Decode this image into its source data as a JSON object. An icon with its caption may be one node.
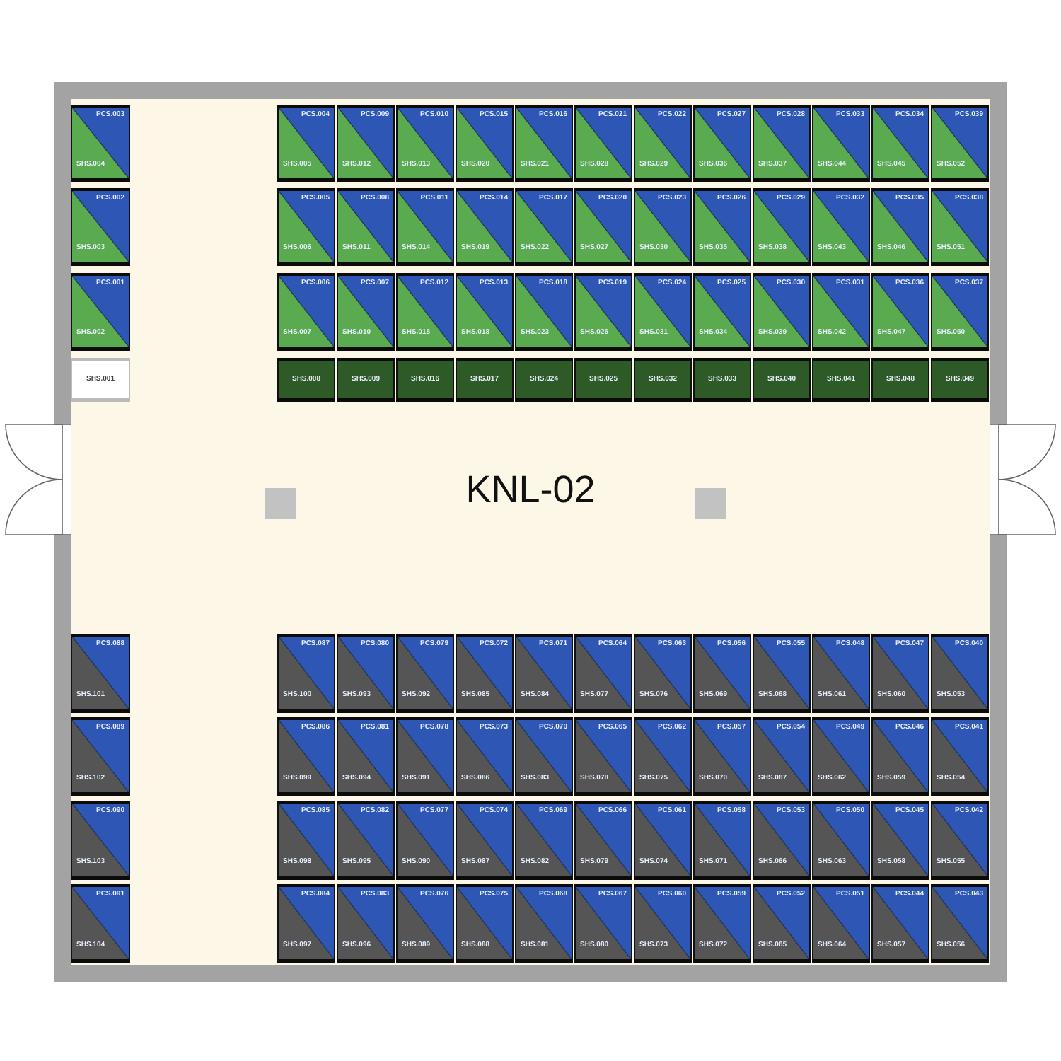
{
  "diagram": {
    "nodes": [
      {
        "text": [
          "KNL-02"
        ]
      },
      {
        "text": [
          "PCS.003",
          "SHS.004"
        ],
        "in": 0
      },
      {
        "text": [
          "PCS.004",
          "SHS.005"
        ],
        "in": 0
      },
      {
        "text": [
          "PCS.009",
          "SHS.012"
        ],
        "in": 0
      },
      {
        "text": [
          "PCS.010",
          "SHS.013"
        ],
        "in": 0
      },
      {
        "text": [
          "PCS.015",
          "SHS.020"
        ],
        "in": 0
      },
      {
        "text": [
          "PCS.016",
          "SHS.021"
        ],
        "in": 0
      },
      {
        "text": [
          "PCS.021",
          "SHS.028"
        ],
        "in": 0
      },
      {
        "text": [
          "PCS.022",
          "SHS.029"
        ],
        "in": 0
      },
      {
        "text": [
          "PCS.027",
          "SHS.036"
        ],
        "in": 0
      },
      {
        "text": [
          "PCS.028",
          "SHS.037"
        ],
        "in": 0
      },
      {
        "text": [
          "PCS.033",
          "SHS.044"
        ],
        "in": 0
      },
      {
        "text": [
          "PCS.034",
          "SHS.045"
        ],
        "in": 0
      },
      {
        "text": [
          "PCS.039",
          "SHS.052"
        ],
        "in": 0
      },
      {
        "text": [
          "PCS.002",
          "SHS.003"
        ],
        "in": 0
      },
      {
        "text": [
          "PCS.005",
          "SHS.006"
        ],
        "in": 0
      },
      {
        "text": [
          "PCS.008",
          "SHS.011"
        ],
        "in": 0
      },
      {
        "text": [
          "PCS.011",
          "SHS.014"
        ],
        "in": 0
      },
      {
        "text": [
          "PCS.014",
          "SHS.019"
        ],
        "in": 0
      },
      {
        "text": [
          "PCS.017",
          "SHS.022"
        ],
        "in": 0
      },
      {
        "text": [
          "PCS.020",
          "SHS.027"
        ],
        "in": 0
      },
      {
        "text": [
          "PCS.023",
          "SHS.030"
        ],
        "in": 0
      },
      {
        "text": [
          "PCS.026",
          "SHS.035"
        ],
        "in": 0
      },
      {
        "text": [
          "PCS.029",
          "SHS.038"
        ],
        "in": 0
      },
      {
        "text": [
          "PCS.032",
          "SHS.043"
        ],
        "in": 0
      },
      {
        "text": [
          "PCS.035",
          "SHS.046"
        ],
        "in": 0
      },
      {
        "text": [
          "PCS.038",
          "SHS.051"
        ],
        "in": 0
      },
      {
        "text": [
          "PCS.001",
          "SHS.002"
        ],
        "in": 0
      },
      {
        "text": [
          "PCS.006",
          "SHS.007"
        ],
        "in": 0
      },
      {
        "text": [
          "PCS.007",
          "SHS.010"
        ],
        "in": 0
      },
      {
        "text": [
          "PCS.012",
          "SHS.015"
        ],
        "in": 0
      },
      {
        "text": [
          "PCS.013",
          "SHS.018"
        ],
        "in": 0
      },
      {
        "text": [
          "PCS.018",
          "SHS.023"
        ],
        "in": 0
      },
      {
        "text": [
          "PCS.019",
          "SHS.026"
        ],
        "in": 0
      },
      {
        "text": [
          "PCS.024",
          "SHS.031"
        ],
        "in": 0
      },
      {
        "text": [
          "PCS.025",
          "SHS.034"
        ],
        "in": 0
      },
      {
        "text": [
          "PCS.030",
          "SHS.039"
        ],
        "in": 0
      },
      {
        "text": [
          "PCS.031",
          "SHS.042"
        ],
        "in": 0
      },
      {
        "text": [
          "PCS.036",
          "SHS.047"
        ],
        "in": 0
      },
      {
        "text": [
          "PCS.037",
          "SHS.050"
        ],
        "in": 0
      },
      {
        "text": [
          "SHS.001"
        ],
        "in": 0
      },
      {
        "text": [
          "SHS.008"
        ],
        "in": 0
      },
      {
        "text": [
          "SHS.009"
        ],
        "in": 0
      },
      {
        "text": [
          "SHS.016"
        ],
        "in": 0
      },
      {
        "text": [
          "SHS.017"
        ],
        "in": 0
      },
      {
        "text": [
          "SHS.024"
        ],
        "in": 0
      },
      {
        "text": [
          "SHS.025"
        ],
        "in": 0
      },
      {
        "text": [
          "SHS.032"
        ],
        "in": 0
      },
      {
        "text": [
          "SHS.033"
        ],
        "in": 0
      },
      {
        "text": [
          "SHS.040"
        ],
        "in": 0
      },
      {
        "text": [
          "SHS.041"
        ],
        "in": 0
      },
      {
        "text": [
          "SHS.048"
        ],
        "in": 0
      },
      {
        "text": [
          "SHS.049"
        ],
        "in": 0
      },
      {
        "text": [
          "PCS.088",
          "SHS.101"
        ],
        "in": 0
      },
      {
        "text": [
          "PCS.087",
          "SHS.100"
        ],
        "in": 0
      },
      {
        "text": [
          "PCS.080",
          "SHS.093"
        ],
        "in": 0
      },
      {
        "text": [
          "PCS.079",
          "SHS.092"
        ],
        "in": 0
      },
      {
        "text": [
          "PCS.072",
          "SHS.085"
        ],
        "in": 0
      },
      {
        "text": [
          "PCS.071",
          "SHS.084"
        ],
        "in": 0
      },
      {
        "text": [
          "PCS.064",
          "SHS.077"
        ],
        "in": 0
      },
      {
        "text": [
          "PCS.063",
          "SHS.076"
        ],
        "in": 0
      },
      {
        "text": [
          "PCS.056",
          "SHS.069"
        ],
        "in": 0
      },
      {
        "text": [
          "PCS.055",
          "SHS.068"
        ],
        "in": 0
      },
      {
        "text": [
          "PCS.048",
          "SHS.061"
        ],
        "in": 0
      },
      {
        "text": [
          "PCS.047",
          "SHS.060"
        ],
        "in": 0
      },
      {
        "text": [
          "PCS.040",
          "SHS.053"
        ],
        "in": 0
      },
      {
        "text": [
          "PCS.089",
          "SHS.102"
        ],
        "in": 0
      },
      {
        "text": [
          "PCS.086",
          "SHS.099"
        ],
        "in": 0
      },
      {
        "text": [
          "PCS.081",
          "SHS.094"
        ],
        "in": 0
      },
      {
        "text": [
          "PCS.078",
          "SHS.091"
        ],
        "in": 0
      },
      {
        "text": [
          "PCS.073",
          "SHS.086"
        ],
        "in": 0
      },
      {
        "text": [
          "PCS.070",
          "SHS.083"
        ],
        "in": 0
      },
      {
        "text": [
          "PCS.065",
          "SHS.078"
        ],
        "in": 0
      },
      {
        "text": [
          "PCS.062",
          "SHS.075"
        ],
        "in": 0
      },
      {
        "text": [
          "PCS.057",
          "SHS.070"
        ],
        "in": 0
      },
      {
        "text": [
          "PCS.054",
          "SHS.067"
        ],
        "in": 0
      },
      {
        "text": [
          "PCS.049",
          "SHS.062"
        ],
        "in": 0
      },
      {
        "text": [
          "PCS.046",
          "SHS.059"
        ],
        "in": 0
      },
      {
        "text": [
          "PCS.041",
          "SHS.054"
        ],
        "in": 0
      },
      {
        "text": [
          "PCS.090",
          "SHS.103"
        ],
        "in": 0
      },
      {
        "text": [
          "PCS.085",
          "SHS.098"
        ],
        "in": 0
      },
      {
        "text": [
          "PCS.082",
          "SHS.095"
        ],
        "in": 0
      },
      {
        "text": [
          "PCS.077",
          "SHS.090"
        ],
        "in": 0
      },
      {
        "text": [
          "PCS.074",
          "SHS.087"
        ],
        "in": 0
      },
      {
        "text": [
          "PCS.069",
          "SHS.082"
        ],
        "in": 0
      },
      {
        "text": [
          "PCS.066",
          "SHS.079"
        ],
        "in": 0
      },
      {
        "text": [
          "PCS.061",
          "SHS.074"
        ],
        "in": 0
      },
      {
        "text": [
          "PCS.058",
          "SHS.071"
        ],
        "in": 0
      },
      {
        "text": [
          "PCS.053",
          "SHS.066"
        ],
        "in": 0
      },
      {
        "text": [
          "PCS.050",
          "SHS.063"
        ],
        "in": 0
      },
      {
        "text": [
          "PCS.045",
          "SHS.058"
        ],
        "in": 0
      },
      {
        "text": [
          "PCS.042",
          "SHS.055"
        ],
        "in": 0
      },
      {
        "text": [
          "PCS.091",
          "SHS.104"
        ],
        "in": 0
      },
      {
        "text": [
          "PCS.084",
          "SHS.097"
        ],
        "in": 0
      },
      {
        "text": [
          "PCS.083",
          "SHS.096"
        ],
        "in": 0
      },
      {
        "text": [
          "PCS.076",
          "SHS.089"
        ],
        "in": 0
      },
      {
        "text": [
          "PCS.075",
          "SHS.088"
        ],
        "in": 0
      },
      {
        "text": [
          "PCS.068",
          "SHS.081"
        ],
        "in": 0
      },
      {
        "text": [
          "PCS.067",
          "SHS.080"
        ],
        "in": 0
      },
      {
        "text": [
          "PCS.060",
          "SHS.073"
        ],
        "in": 0
      },
      {
        "text": [
          "PCS.059",
          "SHS.072"
        ],
        "in": 0
      },
      {
        "text": [
          "PCS.052",
          "SHS.065"
        ],
        "in": 0
      },
      {
        "text": [
          "PCS.051",
          "SHS.064"
        ],
        "in": 0
      },
      {
        "text": [
          "PCS.044",
          "SHS.057"
        ],
        "in": 0
      },
      {
        "text": [
          "PCS.043",
          "SHS.056"
        ],
        "in": 0
      }
    ]
  }
}
